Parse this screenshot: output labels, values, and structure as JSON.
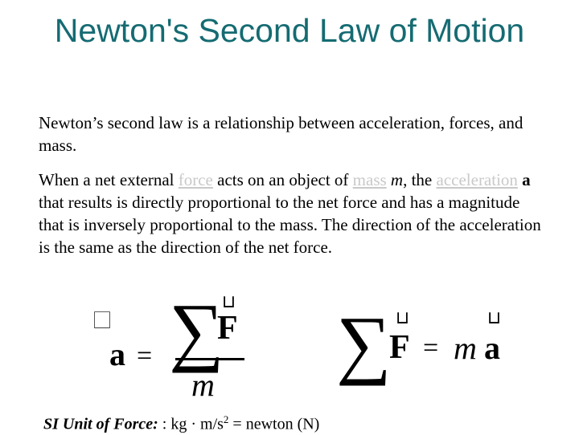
{
  "slide": {
    "title": "Newton's Second Law of Motion"
  },
  "intro": {
    "text": "Newton’s second law is a relationship between acceleration, forces, and mass."
  },
  "definition": {
    "t1": "When a net external ",
    "link_force": "force",
    "t2": " acts on an object of ",
    "link_mass": "mass",
    "t3": " ",
    "mass_symbol": "m",
    "t4": ", the ",
    "link_acceleration": "acceleration",
    "t5": " ",
    "accel_symbol": "a",
    "t6": " that results is directly proportional to the net force and has a magnitude that is inversely proportional to the mass. The direction of the acceleration is the same as the direction of the net force."
  },
  "equation1": {
    "vector_mark_a": "⃞",
    "a": "a",
    "equals": "=",
    "sigma": "∑",
    "vector_mark_F": "⊔",
    "F": "F",
    "denominator": "m"
  },
  "equation2": {
    "sigma": "∑",
    "vector_mark_F": "⊔",
    "F": "F",
    "equals": "=",
    "m": "m",
    "vector_mark_a": "⊔",
    "a": "a"
  },
  "si_unit": {
    "label": "SI Unit of Force:",
    "text_before": " : kg · m/s",
    "sup": "2",
    "text_after": " = newton (N)"
  },
  "colors": {
    "title": "#156b72",
    "link": "#c9c9c9",
    "text": "#000000"
  }
}
